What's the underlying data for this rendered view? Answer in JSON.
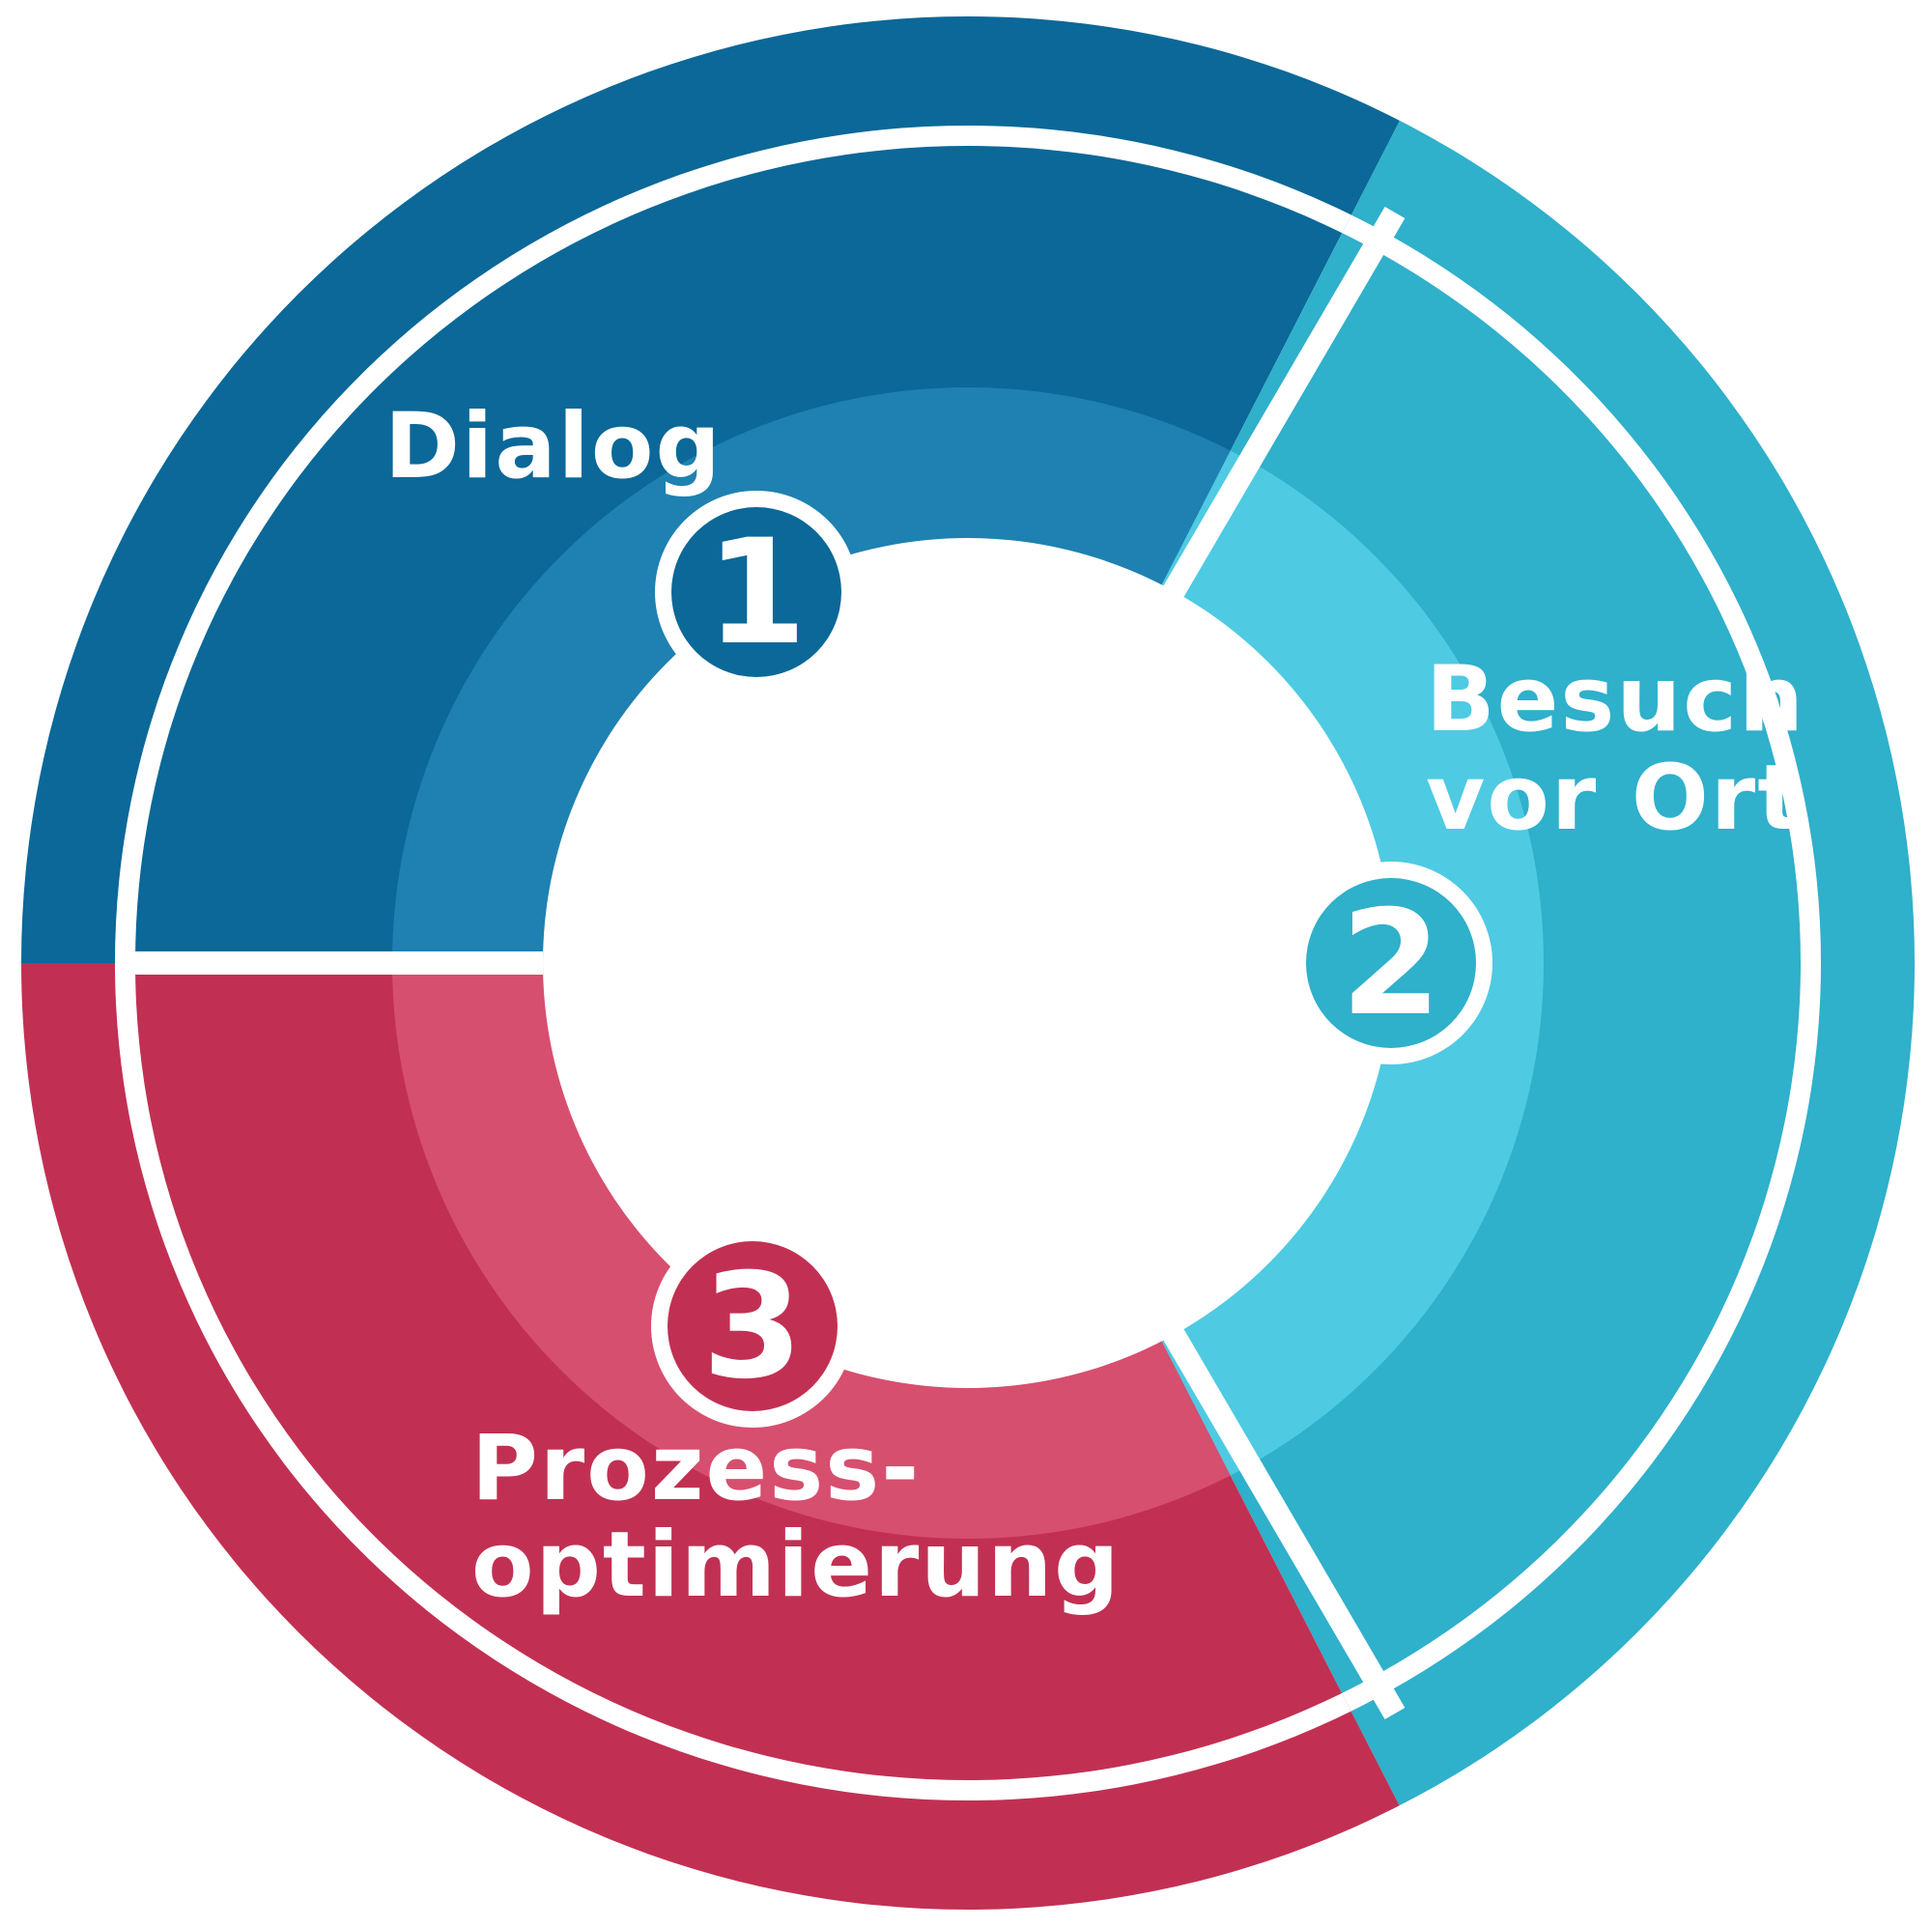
{
  "colors": {
    "background": "#ffffff",
    "separator": "#ffffff",
    "dialog_outer": "#0b6898",
    "dialog_inner": "#1e81b1",
    "besuch_outer": "#2fb0cb",
    "besuch_inner": "#4ecae3",
    "prozess_outer": "#c13052",
    "prozess_inner": "#d64f6e"
  },
  "segments": [
    {
      "id": "dialog",
      "step": "1",
      "label_lines": [
        "Dialog"
      ],
      "color_outer": "#0b6898",
      "color_inner": "#1e81b1",
      "badge_color": "#0b6898"
    },
    {
      "id": "besuch",
      "step": "2",
      "label_lines": [
        "Besuch",
        "vor Ort"
      ],
      "color_outer": "#2fb0cb",
      "color_inner": "#4ecae3",
      "badge_color": "#2fb0cb"
    },
    {
      "id": "prozess",
      "step": "3",
      "label_lines": [
        "Prozess-",
        "optimierung"
      ],
      "color_outer": "#c13052",
      "color_inner": "#d64f6e",
      "badge_color": "#c13052"
    }
  ]
}
